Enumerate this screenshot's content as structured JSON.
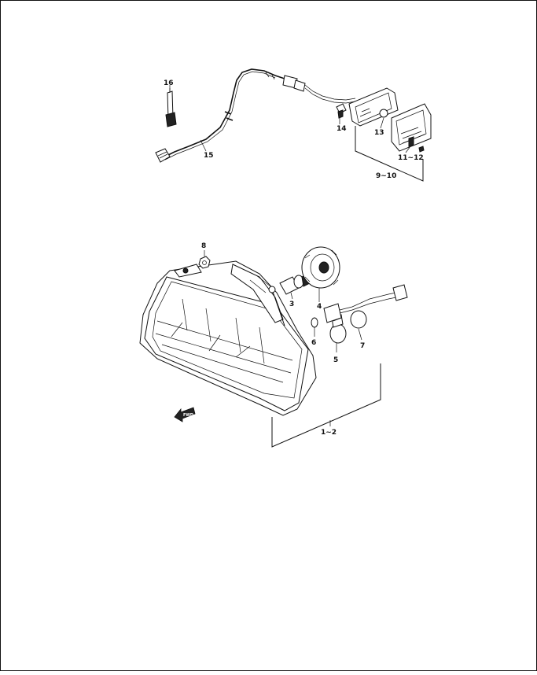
{
  "diagram": {
    "part_labels": {
      "p16": "16",
      "p15": "15",
      "p14": "14",
      "p13": "13",
      "p11_12": "11~12",
      "p9_10": "9~10",
      "p8": "8",
      "p3": "3",
      "p4": "4",
      "p6": "6",
      "p5": "5",
      "p7": "7",
      "p1_2": "1~2"
    },
    "fwd_arrow_label": "FWD"
  }
}
